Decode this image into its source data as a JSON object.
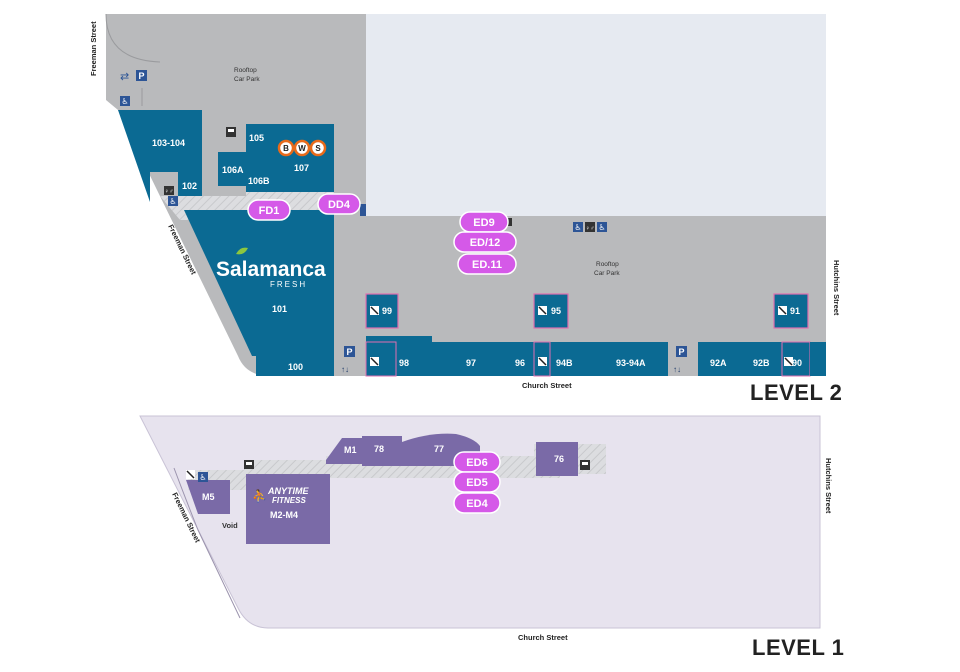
{
  "levels": {
    "level2": "LEVEL 2",
    "level1": "LEVEL 1"
  },
  "streets": {
    "freeman_top": "Freeman Street",
    "freeman_mid": "Freeman Street",
    "freeman_low": "Freeman Street",
    "hutchins_top": "Hutchins Street",
    "hutchins_low": "Hutchins Street",
    "church_top": "Church Street",
    "church_low": "Church Street"
  },
  "car_parks": {
    "rooftop_north_1": "Rooftop",
    "rooftop_north_2": "Car Park",
    "rooftop_east_1": "Rooftop",
    "rooftop_east_2": "Car Park"
  },
  "level2_units": {
    "u103_104": "103-104",
    "u105": "105",
    "u106a": "106A",
    "u106b": "106B",
    "u107": "107",
    "u102": "102",
    "u101": "101",
    "u100": "100",
    "u99": "99",
    "u95": "95",
    "u91": "91",
    "u98": "98",
    "u97": "97",
    "u96": "96",
    "u94b": "94B",
    "u93_94a": "93-94A",
    "u92a": "92A",
    "u92b": "92B",
    "u90": "90"
  },
  "level1_units": {
    "m1": "M1",
    "u78": "78",
    "u77": "77",
    "u76": "76",
    "m5": "M5",
    "m2_m4": "M2-M4",
    "void": "Void"
  },
  "brands": {
    "bws": [
      "B",
      "W",
      "S"
    ],
    "salamanca": "Salamanca",
    "salamanca_sub": "FRESH",
    "anytime_1": "ANYTIME",
    "anytime_2": "FITNESS"
  },
  "markers": {
    "fd1": "FD1",
    "dd4": "DD4",
    "ed9": "ED9",
    "ed12": "ED/12",
    "ed11": "ED.11",
    "ed6": "ED6",
    "ed5": "ED5",
    "ed4": "ED4"
  },
  "icons": {
    "parking": "P"
  },
  "colors": {
    "level2_unit": "#0b6a93",
    "level2_unit_dark": "#085a7e",
    "level2_base": "#b9babc",
    "level2_sky": "#e6eaf1",
    "level1_unit": "#7a6aa7",
    "level1_base": "#e7e3ee",
    "level1_corridor": "#e1e1e3",
    "marker": "#d559e8",
    "unit_outline": "#e06fb0",
    "icon_blue": "#2d5596"
  }
}
